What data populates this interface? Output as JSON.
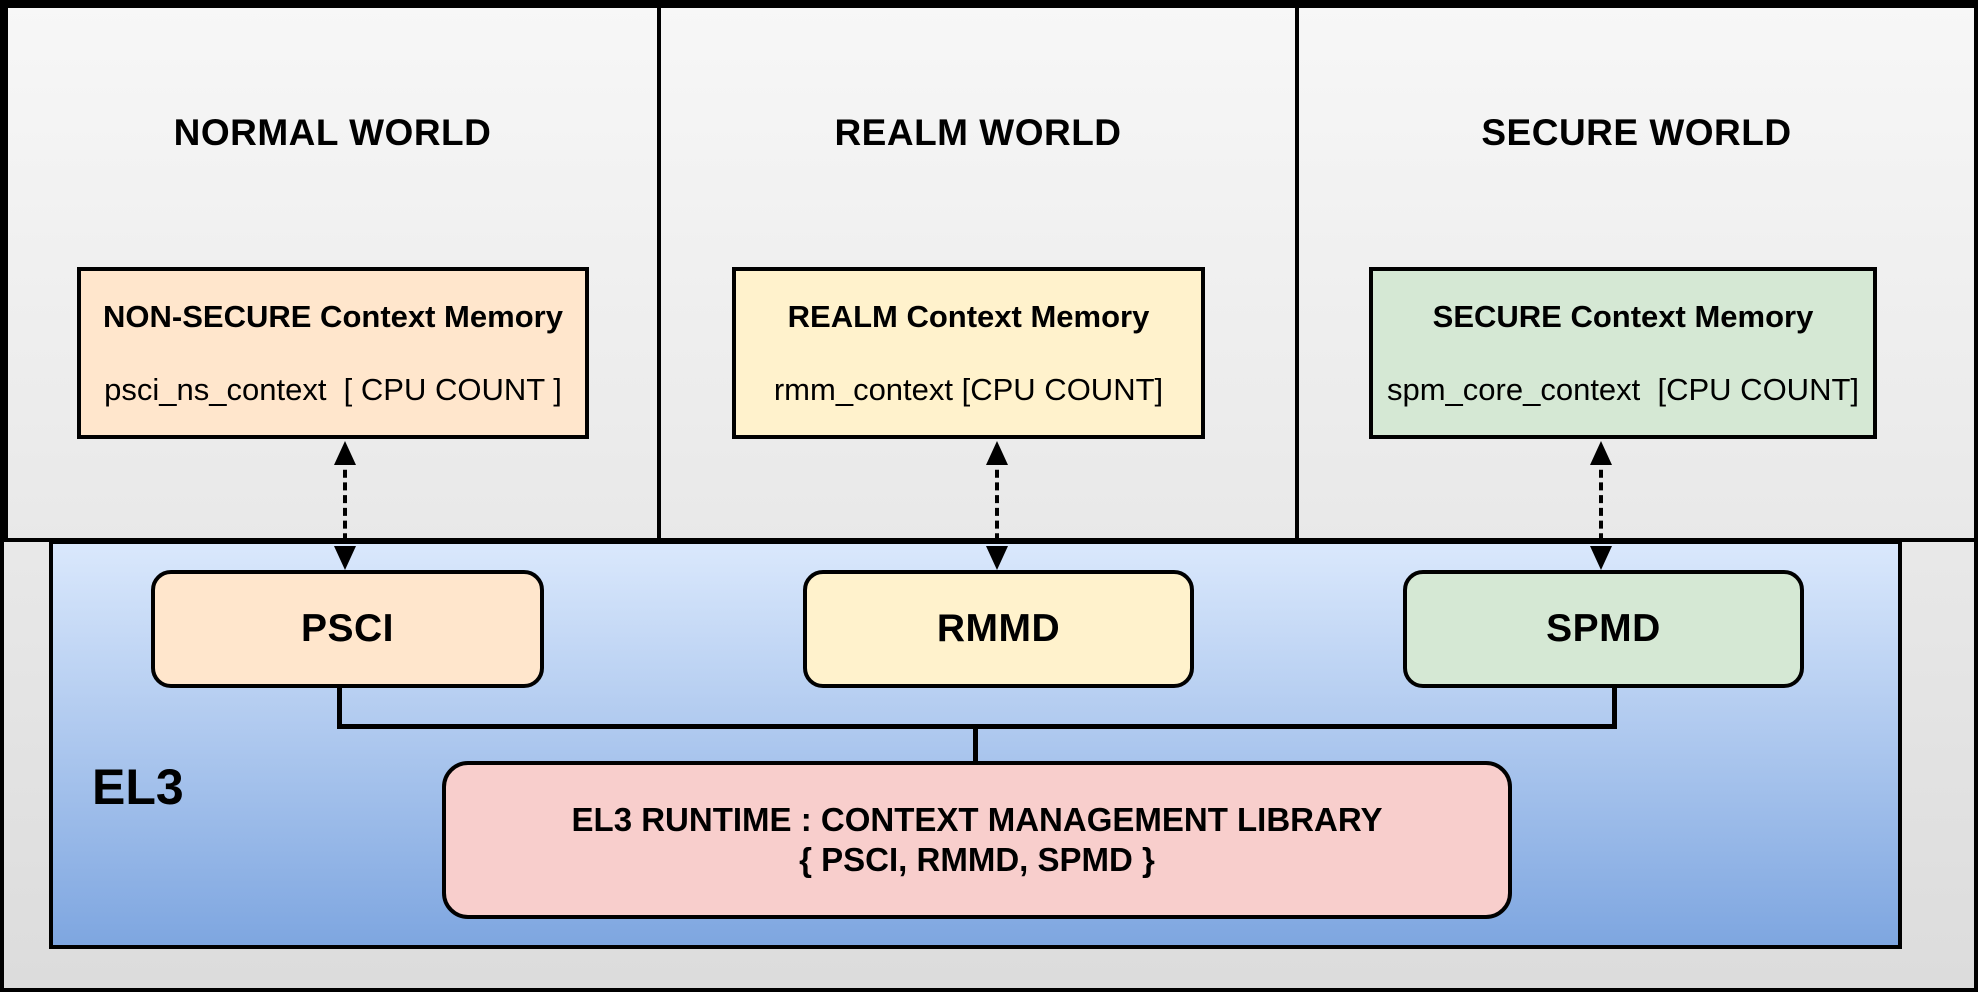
{
  "colors": {
    "peach": "#ffe6cc",
    "yellow": "#fff2cc",
    "green": "#d5e8d4",
    "pink": "#f8cecc",
    "el3_gradient_top": "#dae8fc",
    "el3_gradient_bottom": "#7ea6e0",
    "line": "#000000",
    "background": "#eeeeee"
  },
  "worlds": [
    {
      "title": "NORMAL WORLD",
      "memory_title": "NON-SECURE Context Memory",
      "memory_sub": "psci_ns_context  [ CPU COUNT ]",
      "component": "PSCI"
    },
    {
      "title": "REALM WORLD",
      "memory_title": "REALM Context Memory",
      "memory_sub": "rmm_context [CPU COUNT]",
      "component": "RMMD"
    },
    {
      "title": "SECURE WORLD",
      "memory_title": "SECURE Context Memory",
      "memory_sub": "spm_core_context  [CPU COUNT]",
      "component": "SPMD"
    }
  ],
  "el3": {
    "label": "EL3",
    "runtime_line1": "EL3 RUNTIME : CONTEXT MANAGEMENT LIBRARY",
    "runtime_line2": "{ PSCI, RMMD, SPMD }"
  }
}
